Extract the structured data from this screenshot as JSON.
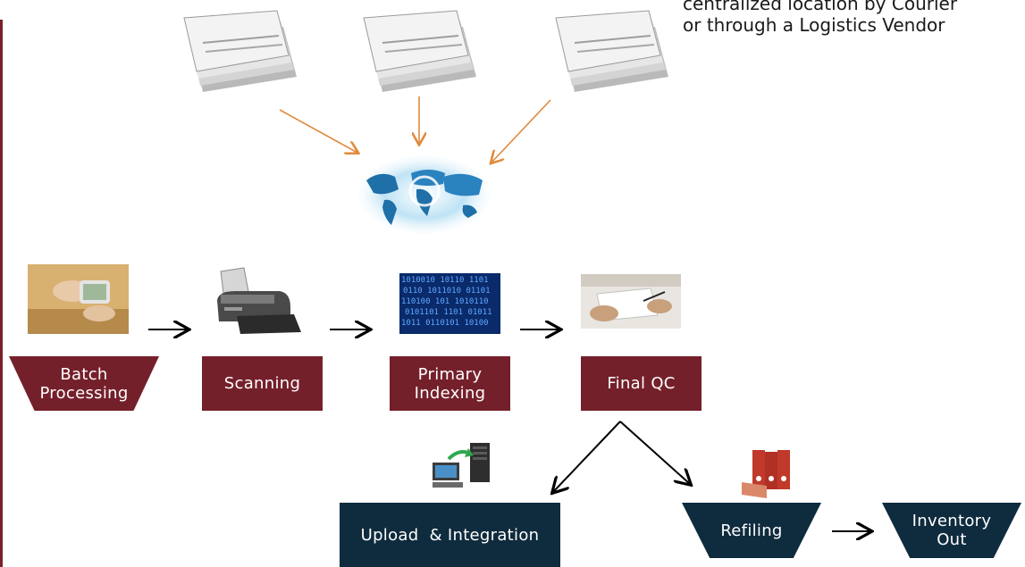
{
  "caption": {
    "line1": "centralized location by Courier",
    "line2": "or through a Logistics Vendor"
  },
  "steps": {
    "batch_processing": {
      "line1": "Batch",
      "line2": "Processing"
    },
    "scanning": {
      "label": "Scanning"
    },
    "primary_indexing": {
      "line1": "Primary",
      "line2": "Indexing"
    },
    "final_qc": {
      "label": "Final QC"
    },
    "upload_integration": {
      "label": "Upload  & Integration"
    },
    "refiling": {
      "label": "Refiling"
    },
    "inventory_out": {
      "line1": "Inventory",
      "line2": "Out"
    }
  },
  "colors": {
    "step_fill": "#74202b",
    "output_fill": "#0f2b3e",
    "inflow_arrow": "#e08a3c",
    "flow_arrow": "#000000"
  }
}
